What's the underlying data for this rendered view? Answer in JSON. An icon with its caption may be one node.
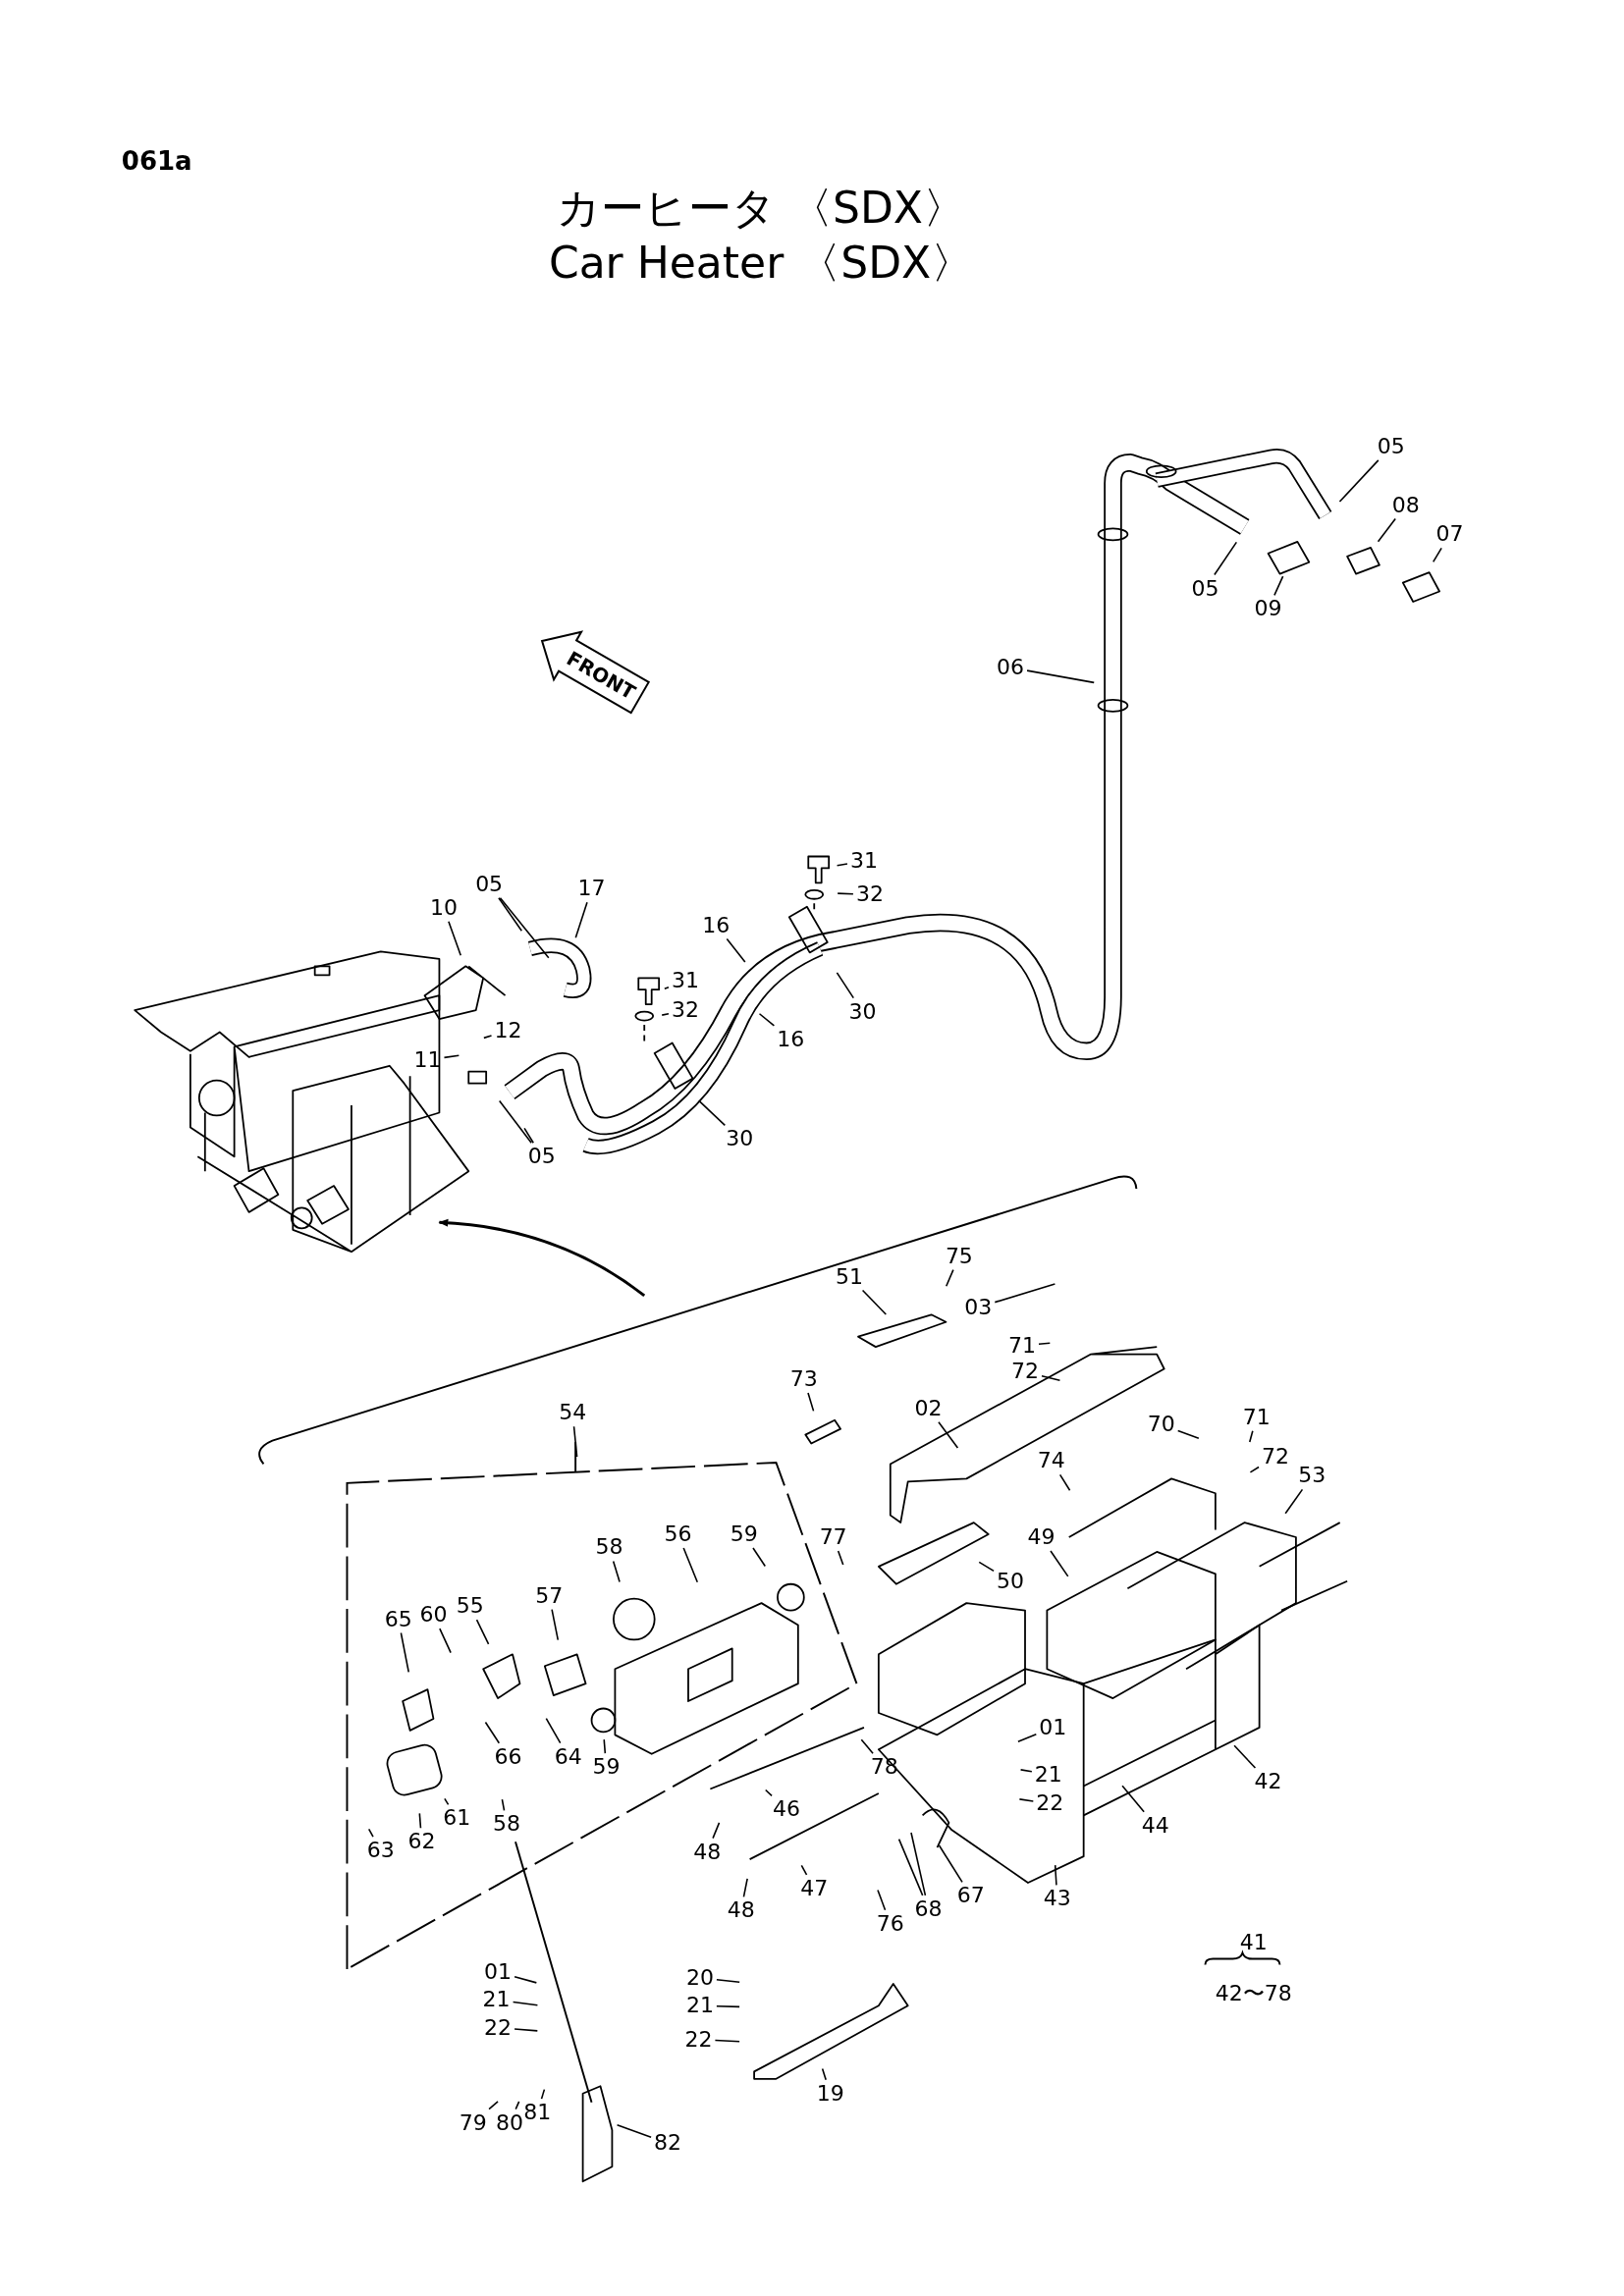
{
  "diagram": {
    "title": "カーヒータ 〈SDX〉",
    "nodes": [
      {
        "text": [
          "05"
        ]
      },
      {
        "text": [
          "08"
        ]
      },
      {
        "text": [
          "07"
        ]
      },
      {
        "text": [
          "05"
        ]
      },
      {
        "text": [
          "09"
        ]
      },
      {
        "text": [
          "06"
        ]
      },
      {
        "text": [
          "17"
        ]
      },
      {
        "text": [
          "05"
        ]
      },
      {
        "text": [
          "10"
        ]
      },
      {
        "text": [
          "31"
        ]
      },
      {
        "text": [
          "32"
        ]
      },
      {
        "text": [
          "16"
        ]
      },
      {
        "text": [
          "31"
        ]
      },
      {
        "text": [
          "32"
        ]
      },
      {
        "text": [
          "12"
        ]
      },
      {
        "text": [
          "30"
        ]
      },
      {
        "text": [
          "16"
        ]
      },
      {
        "text": [
          "11"
        ]
      },
      {
        "text": [
          "30"
        ]
      },
      {
        "text": [
          "05"
        ]
      },
      {
        "text": [
          "51"
        ]
      },
      {
        "text": [
          "75"
        ]
      },
      {
        "text": [
          "03"
        ]
      },
      {
        "text": [
          "71"
        ]
      },
      {
        "text": [
          "72"
        ]
      },
      {
        "text": [
          "73"
        ]
      },
      {
        "text": [
          "02"
        ]
      },
      {
        "text": [
          "54"
        ]
      },
      {
        "text": [
          "70"
        ]
      },
      {
        "text": [
          "71"
        ]
      },
      {
        "text": [
          "72"
        ]
      },
      {
        "text": [
          "74"
        ]
      },
      {
        "text": [
          "53"
        ]
      },
      {
        "text": [
          "56"
        ]
      },
      {
        "text": [
          "59"
        ]
      },
      {
        "text": [
          "77"
        ]
      },
      {
        "text": [
          "49"
        ]
      },
      {
        "text": [
          "58"
        ]
      },
      {
        "text": [
          "50"
        ]
      },
      {
        "text": [
          "57"
        ]
      },
      {
        "text": [
          "55"
        ]
      },
      {
        "text": [
          "60"
        ]
      },
      {
        "text": [
          "65"
        ]
      },
      {
        "text": [
          "01"
        ]
      },
      {
        "text": [
          "66"
        ]
      },
      {
        "text": [
          "64"
        ]
      },
      {
        "text": [
          "59"
        ]
      },
      {
        "text": [
          "78"
        ]
      },
      {
        "text": [
          "21"
        ]
      },
      {
        "text": [
          "42"
        ]
      },
      {
        "text": [
          "22"
        ]
      },
      {
        "text": [
          "46"
        ]
      },
      {
        "text": [
          "61"
        ]
      },
      {
        "text": [
          "58"
        ]
      },
      {
        "text": [
          "44"
        ]
      },
      {
        "text": [
          "62"
        ]
      },
      {
        "text": [
          "63"
        ]
      },
      {
        "text": [
          "48"
        ]
      },
      {
        "text": [
          "47"
        ]
      },
      {
        "text": [
          "67"
        ]
      },
      {
        "text": [
          "43"
        ]
      },
      {
        "text": [
          "68"
        ]
      },
      {
        "text": [
          "76"
        ]
      },
      {
        "text": [
          "48"
        ]
      },
      {
        "text": [
          "01"
        ]
      },
      {
        "text": [
          "20"
        ]
      },
      {
        "text": [
          "21"
        ]
      },
      {
        "text": [
          "21"
        ]
      },
      {
        "text": [
          "22"
        ]
      },
      {
        "text": [
          "22"
        ]
      },
      {
        "text": [
          "19"
        ]
      },
      {
        "text": [
          "79"
        ]
      },
      {
        "text": [
          "80"
        ]
      },
      {
        "text": [
          "81"
        ]
      },
      {
        "text": [
          "82"
        ]
      }
    ],
    "edges": [
      {
        "from": 0,
        "to": null,
        "arrow": "none"
      },
      {
        "from": 1,
        "to": null,
        "arrow": "none"
      },
      {
        "from": 2,
        "to": null,
        "arrow": "none"
      },
      {
        "from": 3,
        "to": null,
        "arrow": "none"
      },
      {
        "from": 4,
        "to": null,
        "arrow": "none"
      },
      {
        "from": 5,
        "to": null,
        "arrow": "none"
      },
      {
        "from": 6,
        "to": null,
        "arrow": "none"
      },
      {
        "from": 7,
        "to": null,
        "arrow": "none"
      },
      {
        "from": 7,
        "to": null,
        "arrow": "none"
      },
      {
        "from": 8,
        "to": null,
        "arrow": "none"
      },
      {
        "from": 9,
        "to": null,
        "arrow": "none"
      },
      {
        "from": 10,
        "to": null,
        "arrow": "none"
      },
      {
        "from": 11,
        "to": null,
        "arrow": "none"
      },
      {
        "from": 12,
        "to": null,
        "arrow": "none"
      },
      {
        "from": 13,
        "to": null,
        "arrow": "none"
      },
      {
        "from": 14,
        "to": null,
        "arrow": "none"
      },
      {
        "from": 15,
        "to": null,
        "arrow": "none"
      },
      {
        "from": 16,
        "to": null,
        "arrow": "none"
      },
      {
        "from": 17,
        "to": null,
        "arrow": "none"
      },
      {
        "from": 18,
        "to": null,
        "arrow": "none"
      },
      {
        "from": 19,
        "to": null,
        "arrow": "none"
      },
      {
        "from": 19,
        "to": null,
        "arrow": "none"
      },
      {
        "from": 20,
        "to": null,
        "arrow": "none"
      },
      {
        "from": 21,
        "to": null,
        "arrow": "none"
      },
      {
        "from": 22,
        "to": null,
        "arrow": "none"
      },
      {
        "from": 23,
        "to": null,
        "arrow": "none"
      },
      {
        "from": 24,
        "to": null,
        "arrow": "none"
      },
      {
        "from": 25,
        "to": null,
        "arrow": "none"
      },
      {
        "from": 26,
        "to": null,
        "arrow": "none"
      },
      {
        "from": 27,
        "to": null,
        "arrow": "none"
      },
      {
        "from": 28,
        "to": null,
        "arrow": "none"
      },
      {
        "from": 29,
        "to": null,
        "arrow": "none"
      },
      {
        "from": 30,
        "to": null,
        "arrow": "none"
      },
      {
        "from": 31,
        "to": null,
        "arrow": "none"
      },
      {
        "from": 32,
        "to": null,
        "arrow": "none"
      },
      {
        "from": 33,
        "to": null,
        "arrow": "none"
      },
      {
        "from": 34,
        "to": null,
        "arrow": "none"
      },
      {
        "from": 35,
        "to": null,
        "arrow": "none"
      },
      {
        "from": 36,
        "to": null,
        "arrow": "none"
      },
      {
        "from": 37,
        "to": null,
        "arrow": "none"
      },
      {
        "from": 38,
        "to": null,
        "arrow": "none"
      },
      {
        "from": 39,
        "to": null,
        "arrow": "none"
      },
      {
        "from": 40,
        "to": null,
        "arrow": "none"
      },
      {
        "from": 41,
        "to": null,
        "arrow": "none"
      },
      {
        "from": 42,
        "to": null,
        "arrow": "none"
      },
      {
        "from": 43,
        "to": null,
        "arrow": "none"
      },
      {
        "from": 44,
        "to": null,
        "arrow": "none"
      },
      {
        "from": 45,
        "to": null,
        "arrow": "none"
      },
      {
        "from": 46,
        "to": null,
        "arrow": "none"
      },
      {
        "from": 47,
        "to": null,
        "arrow": "none"
      },
      {
        "from": 48,
        "to": null,
        "arrow": "none"
      },
      {
        "from": 49,
        "to": null,
        "arrow": "none"
      },
      {
        "from": 50,
        "to": null,
        "arrow": "none"
      },
      {
        "from": 51,
        "to": null,
        "arrow": "none"
      },
      {
        "from": 52,
        "to": null,
        "arrow": "none"
      },
      {
        "from": 53,
        "to": null,
        "arrow": "none"
      },
      {
        "from": 54,
        "to": null,
        "arrow": "none"
      },
      {
        "from": 55,
        "to": null,
        "arrow": "none"
      },
      {
        "from": 56,
        "to": null,
        "arrow": "none"
      },
      {
        "from": 57,
        "to": null,
        "arrow": "none"
      },
      {
        "from": 58,
        "to": null,
        "arrow": "none"
      },
      {
        "from": 59,
        "to": null,
        "arrow": "none"
      },
      {
        "from": 60,
        "to": null,
        "arrow": "none"
      },
      {
        "from": 61,
        "to": null,
        "arrow": "none"
      },
      {
        "from": 61,
        "to": null,
        "arrow": "none"
      },
      {
        "from": 62,
        "to": null,
        "arrow": "none"
      },
      {
        "from": 63,
        "to": null,
        "arrow": "none"
      },
      {
        "from": 64,
        "to": null,
        "arrow": "none"
      },
      {
        "from": 65,
        "to": null,
        "arrow": "none"
      },
      {
        "from": 66,
        "to": null,
        "arrow": "none"
      },
      {
        "from": 67,
        "to": null,
        "arrow": "none"
      },
      {
        "from": 68,
        "to": null,
        "arrow": "none"
      },
      {
        "from": 69,
        "to": null,
        "arrow": "none"
      },
      {
        "from": 70,
        "to": null,
        "arrow": "none"
      },
      {
        "from": 71,
        "to": null,
        "arrow": "none"
      },
      {
        "from": 72,
        "to": null,
        "arrow": "none"
      },
      {
        "from": 73,
        "to": null,
        "arrow": "none"
      },
      {
        "from": 74,
        "to": null,
        "arrow": "none"
      }
    ],
    "labels": [
      "061a",
      "Car Heater 〈SDX〉",
      "FRONT",
      "41",
      "42〜78"
    ]
  }
}
